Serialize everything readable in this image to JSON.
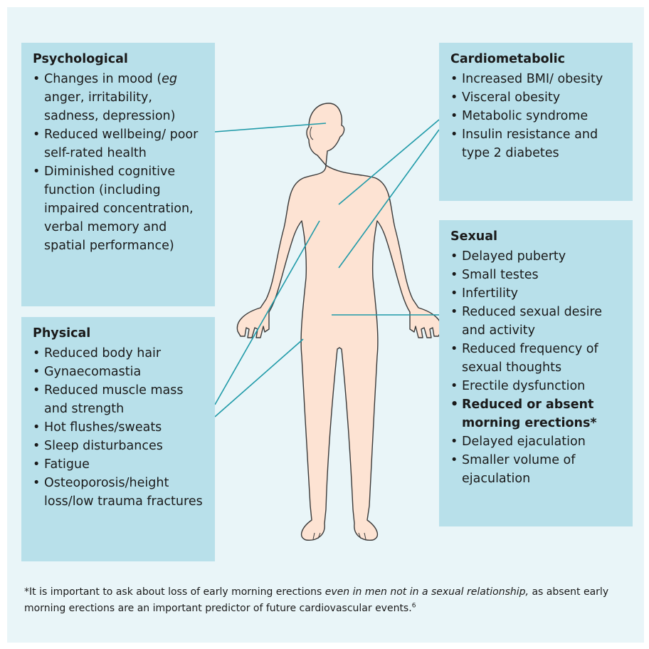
{
  "psychological": {
    "heading": "Psychological",
    "items": [
      {
        "pre": "Changes in mood (",
        "em": "eg",
        "post": " anger, irritability, sadness, depression)"
      },
      {
        "text": "Reduced wellbeing/ poor self-rated health"
      },
      {
        "text": "Diminished cognitive function (including impaired concentration, verbal memory and spatial performance)"
      }
    ]
  },
  "physical": {
    "heading": "Physical",
    "items": [
      "Reduced body hair",
      "Gynaecomastia",
      "Reduced muscle mass and strength",
      "Hot flushes/sweats",
      "Sleep disturbances",
      "Fatigue",
      "Osteoporosis/height loss/low trauma fractures"
    ]
  },
  "cardiometabolic": {
    "heading": "Cardiometabolic",
    "items": [
      "Increased BMI/ obesity",
      "Visceral obesity",
      "Metabolic syndrome",
      "Insulin resistance and type 2 diabetes"
    ]
  },
  "sexual": {
    "heading": "Sexual",
    "items": [
      "Delayed puberty",
      "Small testes",
      "Infertility",
      "Reduced sexual desire and activity",
      "Reduced frequency of sexual thoughts",
      "Erectile dysfunction",
      "Reduced or absent morning erections*",
      "Delayed ejaculation",
      "Smaller volume of ejaculation"
    ]
  },
  "footnote": {
    "part1": "*It is important to ask about loss of early morning erections ",
    "italic": "even in men not in a sexual relationship,",
    "part2": " as absent early morning erections are an important predictor of future cardiovascular events.",
    "ref": "6"
  },
  "colors": {
    "background": "#e9f5f8",
    "box": "#b8e0ea",
    "line": "#1f9aa8",
    "skin": "#fde3d3",
    "outline": "#3a3a3a"
  }
}
